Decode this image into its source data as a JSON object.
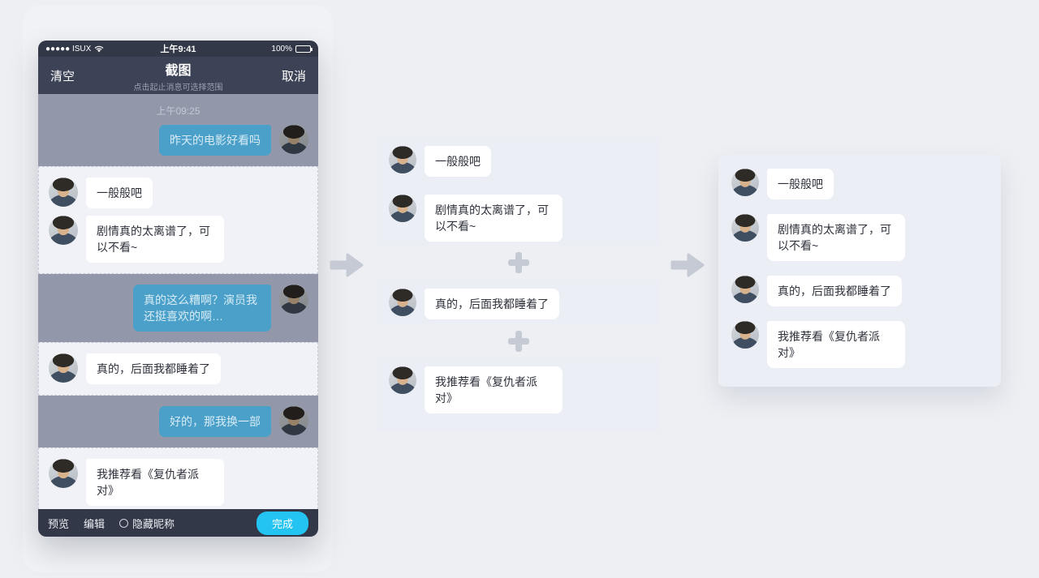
{
  "colors": {
    "accent": "#23c3f2",
    "sent_bubble": "#4aa0c9",
    "panel_bg": "#eceef6",
    "dim_bg": "#9298a9"
  },
  "phone": {
    "status_bar": {
      "carrier": "●●●●● ISUX",
      "time": "上午9:41",
      "battery": "100%"
    },
    "nav": {
      "clear": "清空",
      "title": "截图",
      "subtitle": "点击起止消息可选择范围",
      "cancel": "取消"
    },
    "chat": {
      "timestamp": "上午09:25",
      "sections": [
        {
          "type": "dimmed",
          "messages": [
            {
              "dir": "sent",
              "text": "昨天的电影好看吗"
            }
          ]
        },
        {
          "type": "selected",
          "messages": [
            {
              "dir": "recv",
              "text": "一般般吧"
            },
            {
              "dir": "recv",
              "text": "剧情真的太离谱了，可以不看~"
            }
          ]
        },
        {
          "type": "dimmed",
          "messages": [
            {
              "dir": "sent",
              "text": "真的这么糟啊？演员我还挺喜欢的啊…"
            }
          ]
        },
        {
          "type": "selected",
          "messages": [
            {
              "dir": "recv",
              "text": "真的，后面我都睡着了"
            }
          ]
        },
        {
          "type": "dimmed",
          "messages": [
            {
              "dir": "sent",
              "text": "好的，那我换一部"
            }
          ]
        },
        {
          "type": "selected",
          "messages": [
            {
              "dir": "recv",
              "text": "我推荐看《复仇者派对》"
            }
          ]
        }
      ]
    },
    "toolbar": {
      "preview": "预览",
      "edit": "编辑",
      "hide_nickname": "隐藏昵称",
      "done": "完成"
    }
  },
  "panels": [
    {
      "messages": [
        "一般般吧",
        "剧情真的太离谱了，可以不看~"
      ]
    },
    {
      "messages": [
        "真的，后面我都睡着了"
      ]
    },
    {
      "messages": [
        "我推荐看《复仇者派对》"
      ]
    }
  ],
  "result": {
    "messages": [
      "一般般吧",
      "剧情真的太离谱了，可以不看~",
      "真的，后面我都睡着了",
      "我推荐看《复仇者派对》"
    ]
  }
}
